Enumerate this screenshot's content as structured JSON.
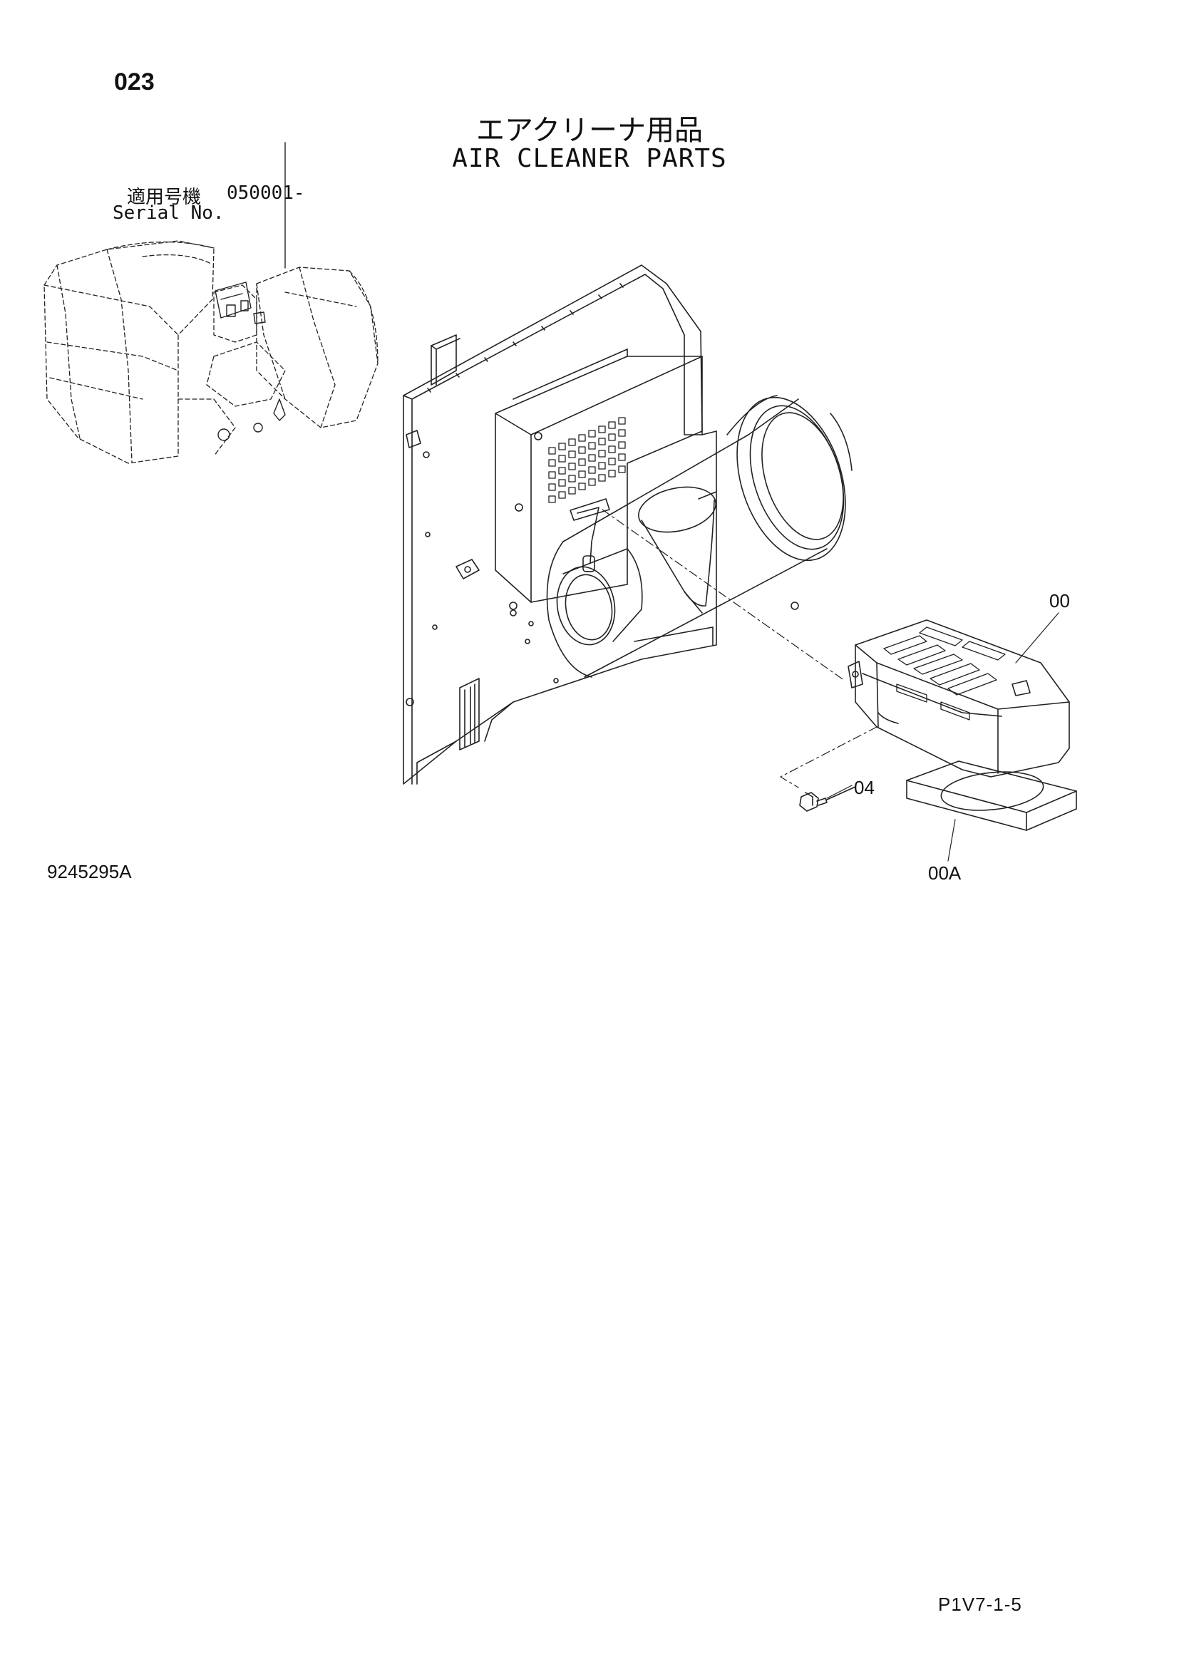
{
  "header": {
    "page_number": "023",
    "title_jp": "エアクリーナ用品",
    "title_en": "AIR CLEANER PARTS",
    "serial_label_jp": "適用号機",
    "serial_value": "050001-",
    "serial_label_en": "Serial No."
  },
  "diagram": {
    "callouts": [
      {
        "id": "00",
        "label": "00"
      },
      {
        "id": "04",
        "label": "04"
      },
      {
        "id": "00A",
        "label": "00A"
      }
    ],
    "drawing_number": "9245295A"
  },
  "footer": {
    "code": "P1V7-1-5"
  }
}
